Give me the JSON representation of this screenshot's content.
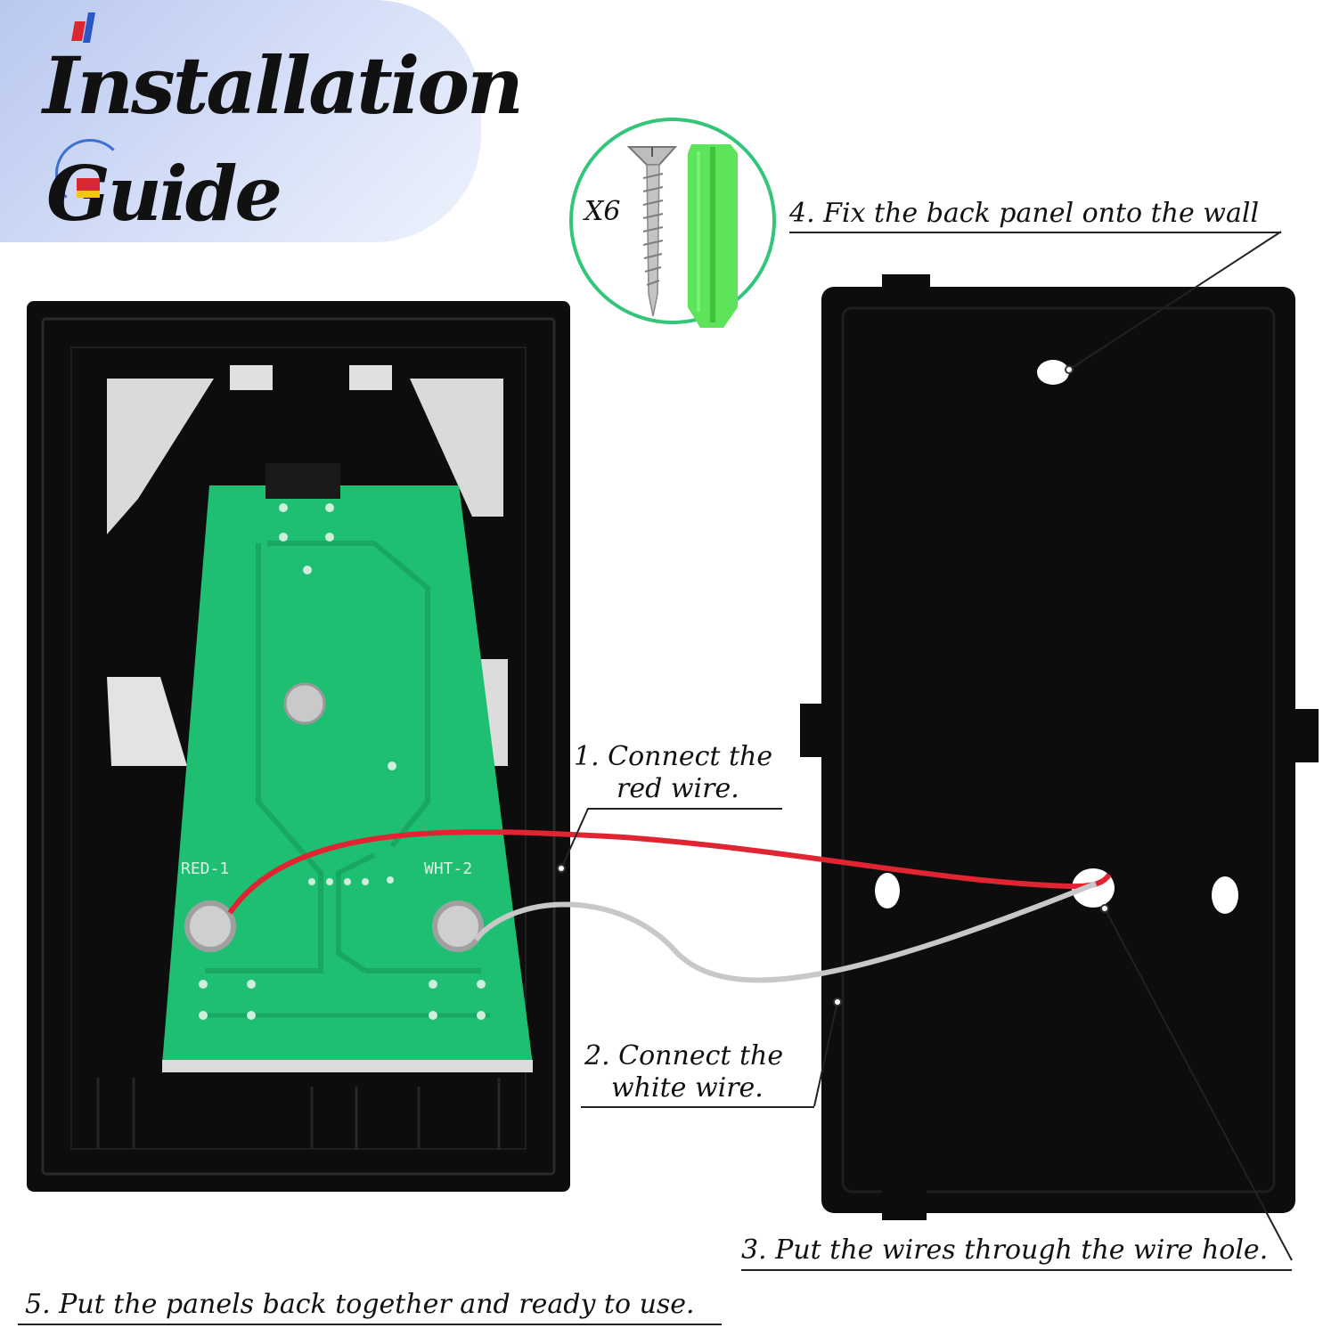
{
  "title": {
    "line1": "Installation",
    "line2": "Guide"
  },
  "parts": {
    "quantity": "X6",
    "screw_icon": "screw-icon",
    "anchor_icon": "wall-anchor-icon"
  },
  "steps": [
    {
      "text": "1. Connect the"
    },
    {
      "text": "red wire."
    },
    {
      "text": "2. Connect the"
    },
    {
      "text": "white wire."
    },
    {
      "text": "3. Put the wires through the wire hole."
    },
    {
      "text": "4. Fix the back panel onto the wall"
    },
    {
      "text": "5. Put the panels back together and ready to use."
    }
  ],
  "pcb_labels": {
    "left": "RED-1",
    "right": "WHT-2"
  },
  "colors": {
    "pcb_green": "#1fbf73",
    "panel_black": "#0d0d0d",
    "red_wire": "#e02432",
    "white_wire": "#c8c8c8",
    "circle_border": "#33c57a",
    "anchor_green": "#5ee45a",
    "banner_blue": "#b9c8f0"
  }
}
